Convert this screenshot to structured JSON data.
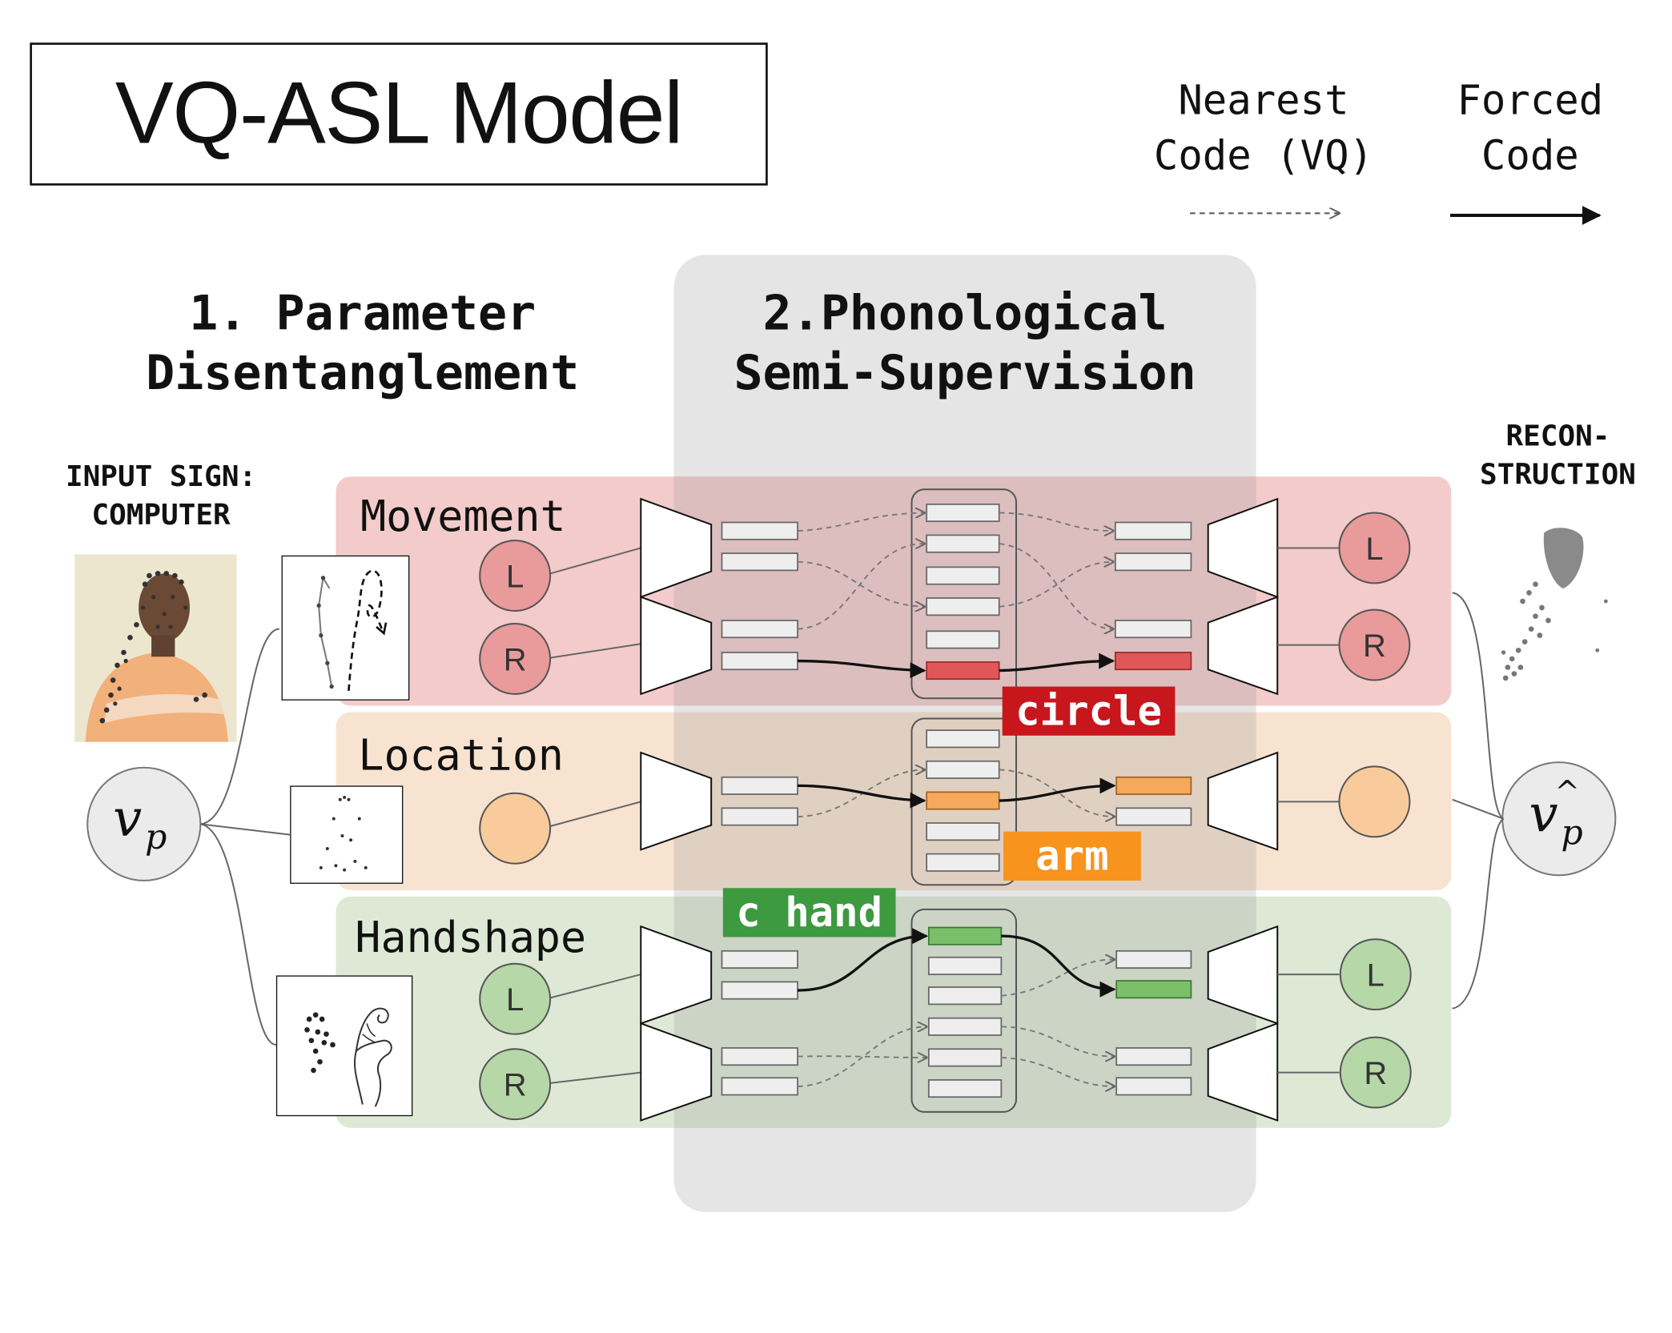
{
  "title": "VQ-ASL Model",
  "legend": {
    "nearest": "Nearest\nCode (VQ)",
    "forced": "Forced\nCode"
  },
  "steps": {
    "step1": "1. Parameter\nDisentanglement",
    "step2": "2.Phonological\nSemi-Supervision"
  },
  "input_label": "INPUT SIGN:\nCOMPUTER",
  "recon_label": "RECON-\nSTRUCTION",
  "input_symbol": "v",
  "input_subscript": "p",
  "output_symbol": "v",
  "output_subscript": "p",
  "output_hat": "^",
  "bands": {
    "movement": {
      "label": "Movement",
      "color": "#f3cbcb",
      "node_color": "#e99a9a",
      "accent": "#e15759",
      "tag": "circle"
    },
    "location": {
      "label": "Location",
      "color": "#f8e3d1",
      "node_color": "#f9cb9c",
      "accent": "#f6a95c",
      "tag": "arm"
    },
    "handshape": {
      "label": "Handshape",
      "color": "#dde9d5",
      "node_color": "#b6d7a8",
      "accent": "#7bbf6a",
      "tag": "c hand"
    }
  },
  "node_labels": {
    "left": "L",
    "right": "R"
  },
  "colors": {
    "circle_tag": "#c8161d",
    "arm_tag": "#f7941d",
    "hand_tag": "#3d9a3f"
  }
}
